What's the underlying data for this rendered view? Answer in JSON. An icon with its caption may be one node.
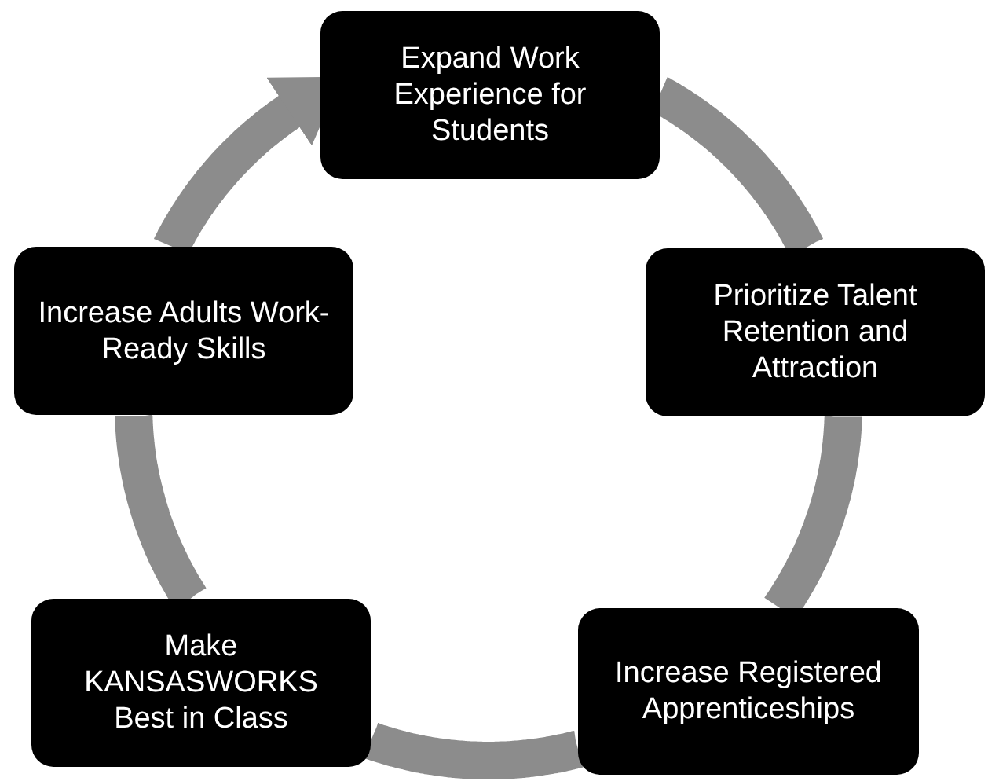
{
  "diagram": {
    "nodes": [
      {
        "text": [
          "Expand Work Experience for Students"
        ]
      },
      {
        "text": [
          "Prioritize Talent Retention and Attraction"
        ]
      },
      {
        "text": [
          "Increase Registered Apprenticeships"
        ]
      },
      {
        "text": [
          "Make KANSASWORKS Best in Class"
        ]
      },
      {
        "text": [
          "Increase Adults Work-Ready Skills"
        ]
      }
    ],
    "edges": [
      {
        "from": 0,
        "to": 1,
        "arrow": "none"
      },
      {
        "from": 1,
        "to": 2,
        "arrow": "none"
      },
      {
        "from": 2,
        "to": 3,
        "arrow": "none"
      },
      {
        "from": 3,
        "to": 4,
        "arrow": "none"
      },
      {
        "from": 4,
        "to": 0,
        "arrow": "to"
      }
    ]
  }
}
